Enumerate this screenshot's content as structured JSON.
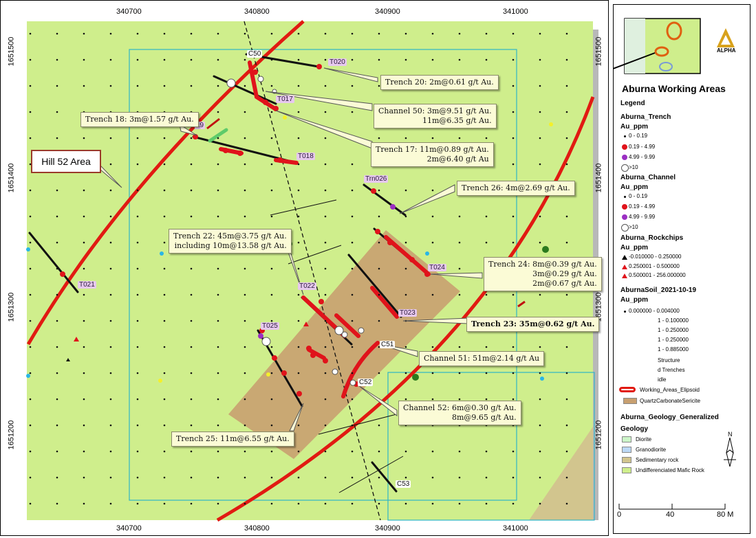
{
  "map": {
    "x_ticks": [
      "340700",
      "340800",
      "340900",
      "341000"
    ],
    "y_ticks": [
      "1651500",
      "1651400",
      "1651300",
      "1651200"
    ],
    "area_label": "Hill 52 Area",
    "colors": {
      "background": "#cfee8c",
      "ellipsoid": "#e11a12",
      "alteration": "#c8a070",
      "frame_line": "#2fb6c6",
      "trench_line": "#111111",
      "sample_red": "#e0131b"
    },
    "trench_labels": [
      "T020",
      "T017",
      "T018",
      "19",
      "Trn026",
      "T024",
      "T022",
      "T023",
      "T025",
      "T021"
    ],
    "channel_labels": [
      "C50",
      "C51",
      "C52",
      "C53"
    ]
  },
  "callouts": {
    "t20": [
      "Trench 20: 2m@0.61 g/t Au."
    ],
    "c50": [
      "Channel 50: 3m@9.51 g/t Au.",
      "11m@6.35 g/t Au."
    ],
    "t18": [
      "Trench 18: 3m@1.57 g/t Au."
    ],
    "t17": [
      "Trench 17: 11m@0.89 g/t Au.",
      "2m@6.40 g/t Au"
    ],
    "t26": [
      "Trench 26: 4m@2.69 g/t Au."
    ],
    "t22": [
      "Trench 22: 45m@3.75 g/t Au.",
      "including 10m@13.58 g/t Au."
    ],
    "t24": [
      "Trench 24: 8m@0.39 g/t Au.",
      "3m@0.29 g/t Au.",
      "2m@0.67 g/t Au."
    ],
    "t23": [
      "Trench 23: 35m@0.62 g/t Au."
    ],
    "c51": [
      "Channel 51: 51m@2.14 g/t Au"
    ],
    "c52": [
      "Channel 52: 6m@0.30 g/t Au.",
      "8m@9.65 g/t Au."
    ],
    "t25": [
      "Trench 25: 11m@6.55 g/t Au."
    ]
  },
  "legend": {
    "title": "Aburna Working Areas",
    "logo_text": "ALPHA",
    "legend_label": "Legend",
    "trench": {
      "name": "Aburna_Trench",
      "field": "Au_ppm",
      "classes": [
        "0 - 0.19",
        "0.19 - 4.99",
        "4.99 - 9.99",
        ">10"
      ]
    },
    "channel": {
      "name": "Aburna_Channel",
      "field": "Au_ppm",
      "classes": [
        "0 - 0.19",
        "0.19 - 4.99",
        "4.99 - 9.99",
        ">10"
      ]
    },
    "rockchips": {
      "name": "Aburna_Rockchips",
      "field": "Au_ppm",
      "classes": [
        "-0.010000 - 0.250000",
        "0.250001 - 0.500000",
        "0.500001 - 256.000000"
      ]
    },
    "soil": {
      "name": "AburnaSoil_2021-10-19",
      "field": "Au_ppm",
      "classes": [
        "0.000000 - 0.004000",
        "1 - 0.100000",
        "1 - 0.250000",
        "1 - 0.250000",
        "1 - 0.885000"
      ]
    },
    "misc": [
      "Structure",
      "d Trenches",
      "idle",
      "Working_Areas_Elipsoid",
      "QuartzCarbonateSericite"
    ],
    "geology": {
      "name": "Aburna_Geology_Generalized",
      "field": "Geology",
      "classes": [
        {
          "label": "Diorite",
          "color": "#ccf5c8"
        },
        {
          "label": "Granodiorite",
          "color": "#bcd8f5"
        },
        {
          "label": "Sedimentary rock",
          "color": "#d2c58e"
        },
        {
          "label": "Undifferenciated Mafic Rock",
          "color": "#cfee8c"
        }
      ]
    },
    "north_label": "N",
    "scale_labels": [
      "0",
      "40",
      "80 M"
    ]
  }
}
